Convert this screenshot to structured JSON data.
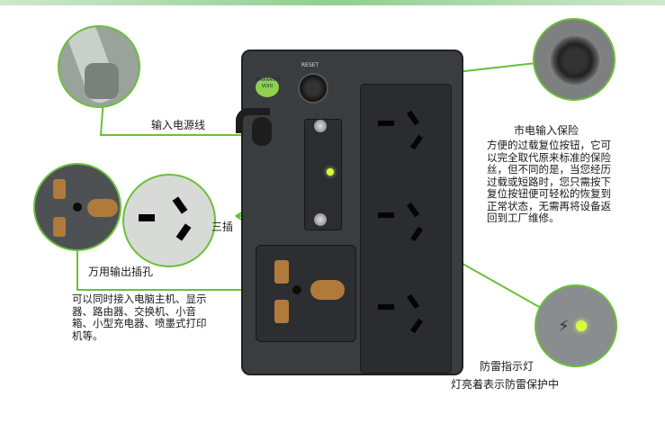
{
  "labels": {
    "power_cord": "输入电源线",
    "mains_fuse": "市电输入保险",
    "fuse_desc": [
      "方便的过载复位按钮，它可",
      "以完全取代原来标准的保险",
      "丝，但不同的是，当您经历",
      "过载或短路时，您只需按下",
      "复位按钮便可轻松的恢复到",
      "正常状态，无需再将设备返",
      "回到工厂维修。"
    ],
    "three_pin": "三插",
    "universal": "万用输出插孔",
    "universal_desc": [
      "可以同时接入电脑主机、显示",
      "器、路由器、交换机、小音",
      "箱、小型充电器、喷墨式打印",
      "机等。"
    ],
    "led_title": "防雷指示灯",
    "led_desc": "灯亮着表示防雷保护中",
    "reset_text": "RESET",
    "sticker_text": "WARRANTY VOID"
  },
  "colors": {
    "accent": "#6bbf3a",
    "body": "#3a3d40",
    "line": "#6bbf3a"
  }
}
